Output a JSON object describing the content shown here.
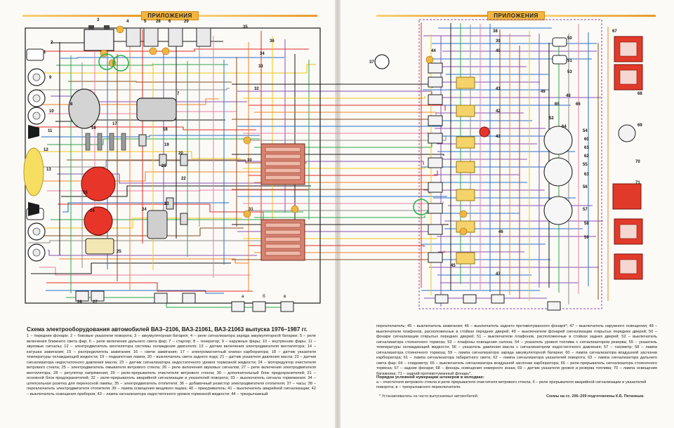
{
  "header": {
    "left_label": "ПРИЛОЖЕНИЯ",
    "right_label": "ПРИЛОЖЕНИЯ"
  },
  "caption": {
    "title": "Схема электрооборудования автомобилей ВАЗ–2106, ВАЗ-21061, ВАЗ-21063 выпуска 1976–1987 гг.",
    "body_left": "1 – передние фонари; 2 – боковые указатели поворота; 3 – аккумуляторная батарея; 4 – реле сигнализатора заряда аккумуляторной батареи; 5 – реле включения ближнего света фар; 6 – реле включения дальнего света фар; 7 – стартер; 8 – генератор; 9 – наружные фары; 10 – внутренние фары; 11 – звуковые сигналы; 12 – электродвигатель вентилятора системы охлаждения двигателя; 13 – датчик включения электродвигателя вентилятора; 14 – катушка зажигания; 15 – распределитель зажигания; 16 – свечи зажигания; 17 – электромагнитный клапан карбюратора; 18 – датчик указателя температуры охлаждающей жидкости; 19 – подкапотная лампа; 20 – выключатель света заднего хода; 21 – датчик указателя давления масла; 22 – датчик сигнализатора недостаточного давления масла; 23 – датчик сигнализатора недостаточного уровня тормозной жидкости; 24 – моторедуктор очистителя ветрового стекла; 25 – электродвигатель омывателя ветрового стекла; 26 – реле включения звуковых сигналов; 27 – реле включения электродвигателя вентилятора; 28 – регулятор напряжения; 29 – реле-прерыватель очистителя ветрового стекла; 30 – дополнительный блок предохранителей; 31 – основной блок предохранителей; 32 – реле-прерыватель аварийной сигнализации и указателей поворота; 33 – выключатель сигнала торможения; 34 – штепсельная розетка для переносной лампы; 35 – электродвигатель отопителя; 36 – добавочный резистор электродвигателя отопителя; 37 – часы; 38 – переключатель электродвигателя отопителя; 39 – лампа освещения вещевого ящика; 40 – прикуриватель; 41 – выключатель аварийной сигнализации; 42 – выключатель освещения приборов; 43 – лампа сигнализатора недостаточного уровня тормозной жидкости; 44 – трехрычажный",
    "body_right": "переключатель; 45 – выключатель зажигания; 46 – выключатель заднего противотуманного фонаря*; 47 – выключатель наружного освещения; 48 – выключатели плафонов, расположенные в стойках передних дверей; 49 – выключатели фонарей сигнализации открытых передних дверей; 50 – фонари сигнализации открытых передних дверей; 51 – выключатели плафонов, расположенные в стойках задних дверей; 52 – выключатель сигнализатора стояночного тормоза; 53 – плафоны освещения салона; 54 – указатель уровня топлива с сигнализатором резерва; 55 – указатель температуры охлаждающей жидкости; 56 – указатель давления масла с сигнализатором недостаточного давления; 57 – тахометр; 58 – лампа сигнализатора стояночного тормоза; 59 – лампа сигнализатора заряда аккумуляторной батареи; 60 – лампа сигнализатора воздушной заслонки карбюратора; 61 – лампа сигнализатора габаритного света; 62 – лампа сигнализатора указателей поворота; 63 – лампа сигнализатора дальнего света фар; 64 – спидометр; 65 – выключатель сигнализатора воздушной заслонки карбюратора; 66 – реле-прерыватель сигнализатора стояночного тормоза; 67 – задние фонари; 68 – фонарь освещения номерного знака; 69 – датчик указателя уровня и резерва топлива; 70 – лампа освещения багажника; 71 – задний противотуманный фонарь*.",
    "subheading": "Порядок условной нумерации штекеров в колодках:",
    "subheading_text": "а – очистителя ветрового стекла и реле прерывателя очистителя ветрового стекла; б – реле прерывателя аварийной сигнализации и указателей поворота; в – трехрычажного переключателя.",
    "footnote": "* Устанавливались на части выпускаемых автомобилей.",
    "credit": "Схемы на сс. 206–209 подготовлены К.Б. Пятковым."
  },
  "diagram": {
    "component_numbers_left": [
      "1",
      "2",
      "3",
      "4",
      "5",
      "6",
      "7",
      "8",
      "9",
      "10",
      "11",
      "12",
      "13",
      "14",
      "15",
      "16",
      "17",
      "18",
      "19",
      "20",
      "21",
      "22",
      "23",
      "24",
      "25",
      "26",
      "27",
      "28",
      "29",
      "30",
      "31",
      "32"
    ],
    "component_numbers_right": [
      "33",
      "34",
      "35",
      "36",
      "37",
      "38",
      "39",
      "40",
      "41",
      "42",
      "43",
      "44",
      "45",
      "46",
      "47",
      "48",
      "49",
      "50",
      "51",
      "52",
      "53",
      "54",
      "55",
      "56",
      "57",
      "58",
      "59",
      "60",
      "61",
      "62",
      "63",
      "64",
      "65",
      "66",
      "67",
      "68",
      "69",
      "70",
      "71"
    ],
    "connector_letters": [
      "а",
      "б",
      "в"
    ],
    "colors": {
      "wire_black": "#1a1a1a",
      "wire_red": "#e32b23",
      "wire_blue": "#2a6fc9",
      "wire_green": "#2aa84a",
      "wire_yellow": "#f2c418",
      "wire_brown": "#8b4a1d",
      "wire_grey": "#8c8c8c",
      "wire_violet": "#8a4fb5",
      "wire_orange": "#f0822a",
      "wire_pink": "#e77fa6",
      "fuse_block": "#d9826f",
      "lamp_box": "#f4d36b",
      "tail_light_red": "#e23a2a",
      "highlight_circle": "#27b24a",
      "accent_orange": "#f2b63f"
    }
  }
}
